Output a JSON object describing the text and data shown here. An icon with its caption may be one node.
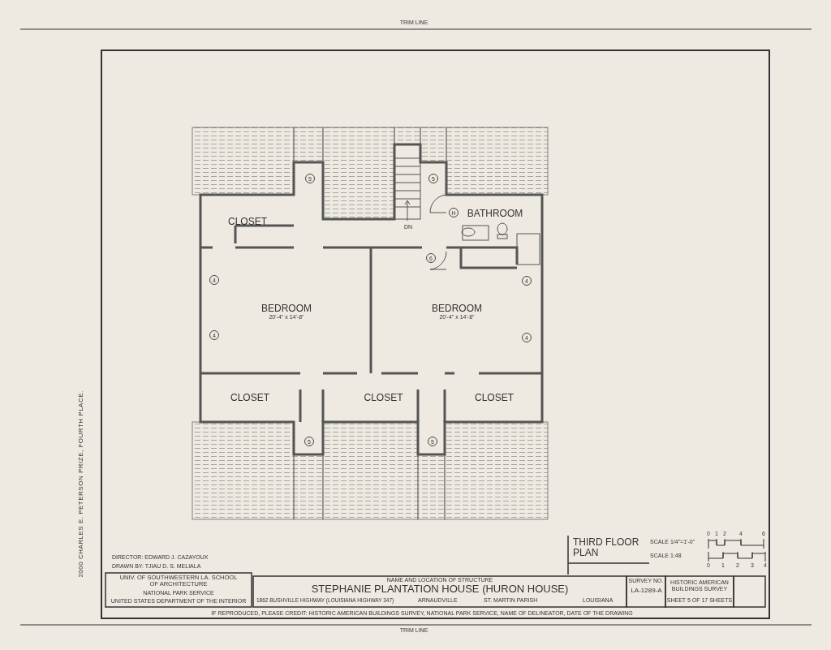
{
  "diagram": {
    "nodes": [
      {
        "text": [
          "CLOSET"
        ]
      },
      {
        "text": [
          "BATHROOM"
        ]
      },
      {
        "text": [
          "BEDROOM",
          "20'-4\" x 14'-8\""
        ]
      },
      {
        "text": [
          "BEDROOM",
          "20'-4\" x 14'-8\""
        ]
      },
      {
        "text": [
          "CLOSET"
        ]
      },
      {
        "text": [
          "CLOSET"
        ]
      },
      {
        "text": [
          "CLOSET"
        ]
      }
    ],
    "edges": [],
    "labels": [
      "TRIM LINE",
      "5",
      "5",
      "H",
      "DN",
      "6",
      "4",
      "4",
      "4",
      "4",
      "5",
      "5",
      "THIRD FLOOR PLAN",
      "SCALE 1/4\"=1'-0\"",
      "0",
      "1",
      "2",
      "4",
      "6",
      "SCALE 1:48",
      "0",
      "1",
      "2",
      "3",
      "4",
      "2000 CHARLES E. PETERSON PRIZE, FOURTH PLACE.",
      "DIRECTOR: EDWARD J. CAZAYOUX",
      "DRAWN BY: TJIAU D. S. MELIALA",
      "UNIV. OF SOUTHWESTERN LA. SCHOOL OF ARCHITECTURE",
      "NATIONAL PARK SERVICE",
      "UNITED STATES DEPARTMENT OF THE INTERIOR",
      "NAME AND LOCATION OF STRUCTURE",
      "STEPHANIE PLANTATION HOUSE (HURON HOUSE)",
      "1862 BUSHVILLE HIGHWAY (LOUISIANA HIGHWAY 347)",
      "ARNAUDVILLE",
      "ST. MARTIN PARISH",
      "LOUISIANA",
      "SURVEY NO.",
      "LA-1289-A",
      "HISTORIC AMERICAN BUILDINGS SURVEY",
      "SHEET 5 OF 17 SHEETS",
      "IF REPRODUCED, PLEASE CREDIT: HISTORIC AMERICAN BUILDINGS SURVEY, NATIONAL PARK SERVICE, NAME OF DELINEATOR, DATE OF THE DRAWING",
      "TRIM LINE"
    ]
  }
}
